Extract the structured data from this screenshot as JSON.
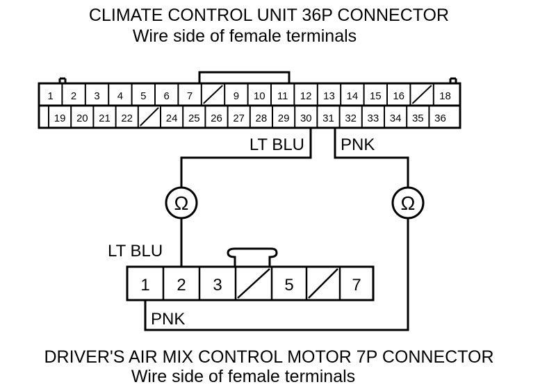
{
  "top_connector": {
    "title": "CLIMATE CONTROL UNIT 36P CONNECTOR",
    "subtitle": "Wire side of female terminals",
    "row1": [
      "1",
      "2",
      "3",
      "4",
      "5",
      "6",
      "7",
      "",
      "9",
      "10",
      "11",
      "12",
      "13",
      "14",
      "15",
      "16",
      "",
      "18"
    ],
    "row2": [
      "19",
      "20",
      "21",
      "22",
      "",
      "24",
      "25",
      "26",
      "27",
      "28",
      "29",
      "30",
      "31",
      "32",
      "33",
      "34",
      "35",
      "36"
    ]
  },
  "bottom_connector": {
    "title": "DRIVER'S AIR MIX CONTROL MOTOR 7P CONNECTOR",
    "subtitle": "Wire side of female terminals",
    "terminals": [
      "1",
      "2",
      "3",
      "",
      "5",
      "",
      "7"
    ]
  },
  "wires": {
    "wire_a_top_label": "LT BLU",
    "wire_b_top_label": "PNK",
    "wire_a_bottom_label": "LT BLU",
    "wire_b_bottom_label": "PNK"
  },
  "ohmmeter_symbol": "Ω"
}
